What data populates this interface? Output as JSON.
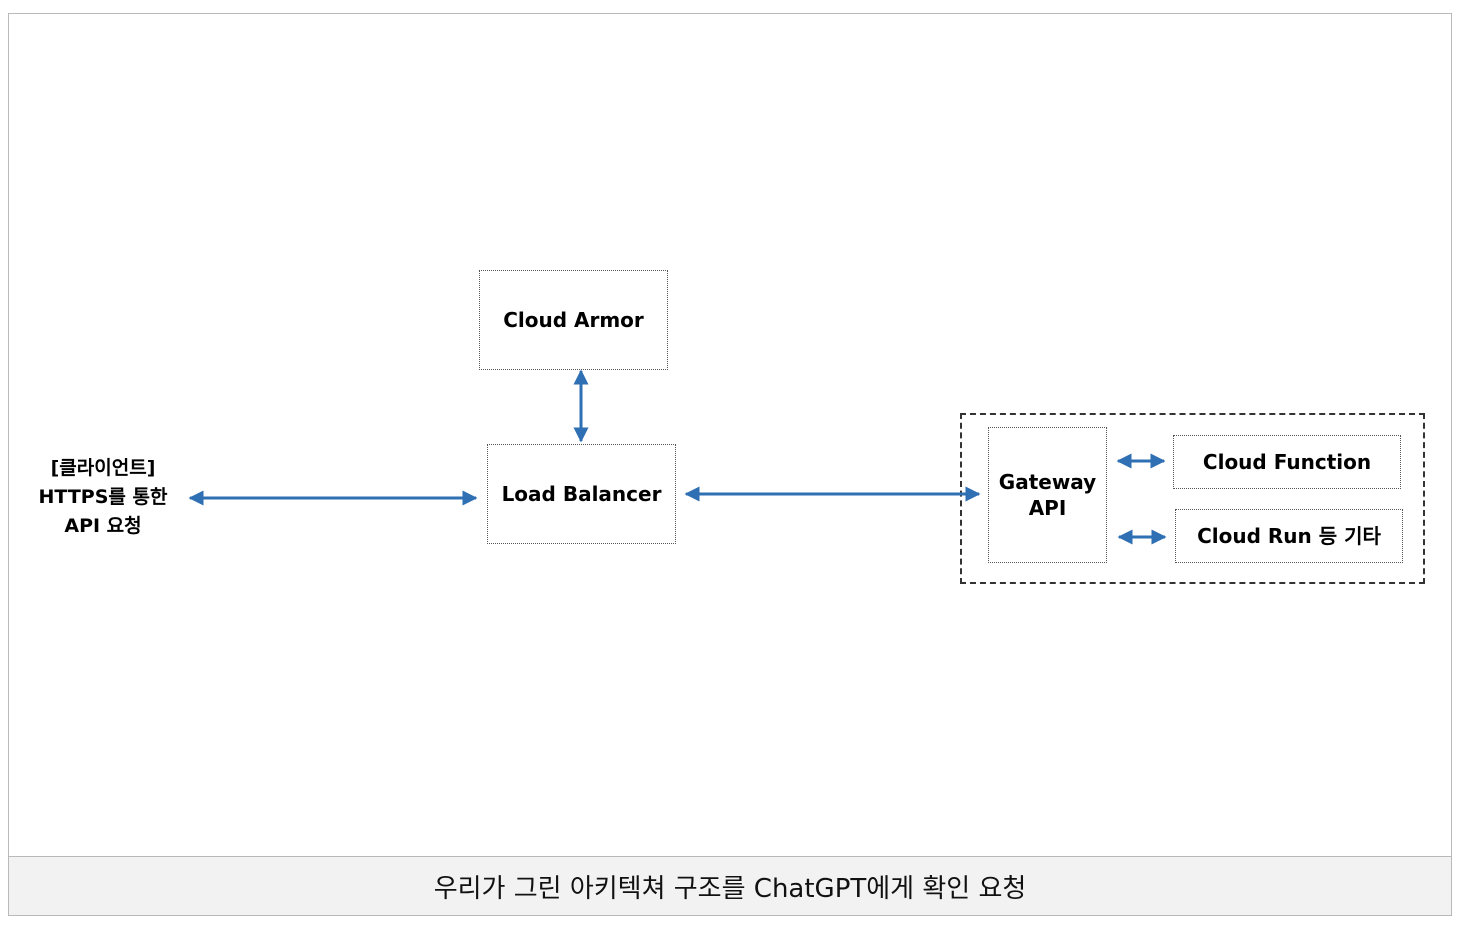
{
  "diagram": {
    "client_label_lines": [
      "[클라이언트]",
      "HTTPS를 통한",
      "API 요청"
    ],
    "nodes": {
      "cloud_armor": "Cloud Armor",
      "load_balancer": "Load Balancer",
      "gateway_api_lines": [
        "Gateway",
        "API"
      ],
      "cloud_function": "Cloud Function",
      "cloud_run": "Cloud Run 등 기타"
    },
    "arrow_color": "#2f6fb3"
  },
  "caption": "우리가 그린 아키텍쳐 구조를 ChatGPT에게 확인 요청"
}
